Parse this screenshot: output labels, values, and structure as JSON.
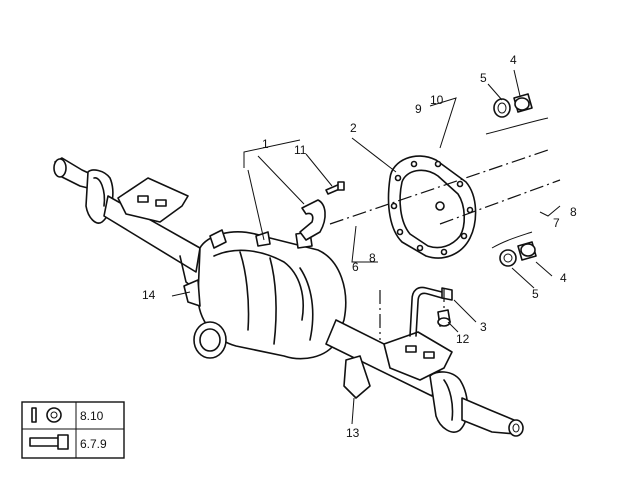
{
  "callouts": {
    "c1": "1",
    "c2": "2",
    "c3": "3",
    "c4a": "4",
    "c4b": "4",
    "c5a": "5",
    "c5b": "5",
    "c6a": "6",
    "c8a": "8",
    "c7": "7",
    "c8b": "8",
    "c9": "9",
    "c10": "10",
    "c11": "11",
    "c12": "12",
    "c13": "13",
    "c14": "14"
  },
  "legend": {
    "row1": {
      "icon": "washer-icon",
      "text": "8.10"
    },
    "row2": {
      "icon": "bolt-icon",
      "text": "6.7.9"
    }
  }
}
